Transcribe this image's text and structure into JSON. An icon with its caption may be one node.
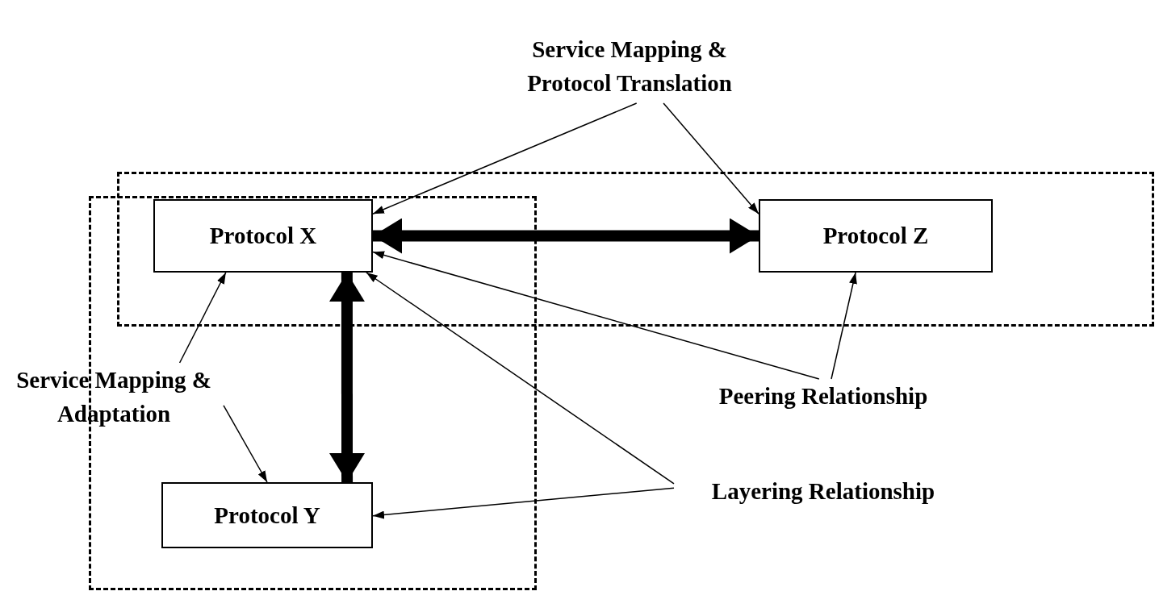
{
  "diagram": {
    "nodes": [
      {
        "text": [
          "Service Mapping & Protocol Translation"
        ]
      },
      {
        "text": [],
        "shape": "box"
      },
      {
        "text": [],
        "shape": "box"
      },
      {
        "text": [
          "Protocol X"
        ]
      },
      {
        "text": [
          "Protocol Z"
        ],
        "in": 1
      },
      {
        "text": [
          "Protocol Y"
        ],
        "in": 2
      },
      {
        "text": [
          "Service Mapping & Adaptation"
        ]
      },
      {
        "text": [
          "Peering Relationship"
        ]
      },
      {
        "text": [
          "Layering Relationship"
        ]
      }
    ],
    "edges": [
      {
        "from": 0,
        "to": 3,
        "arrow": "to"
      },
      {
        "from": 0,
        "to": 4,
        "arrow": "to"
      },
      {
        "from": 3,
        "to": 4,
        "arrow": "both",
        "style": "thick"
      },
      {
        "from": 3,
        "to": 5,
        "arrow": "both",
        "style": "thick"
      },
      {
        "from": 6,
        "to": 3,
        "arrow": "to"
      },
      {
        "from": 6,
        "to": 5,
        "arrow": "to"
      },
      {
        "from": 7,
        "to": 3,
        "arrow": "to"
      },
      {
        "from": 7,
        "to": 4,
        "arrow": "to"
      },
      {
        "from": 8,
        "to": 3,
        "arrow": "to"
      },
      {
        "from": 8,
        "to": 5,
        "arrow": "to"
      }
    ]
  }
}
